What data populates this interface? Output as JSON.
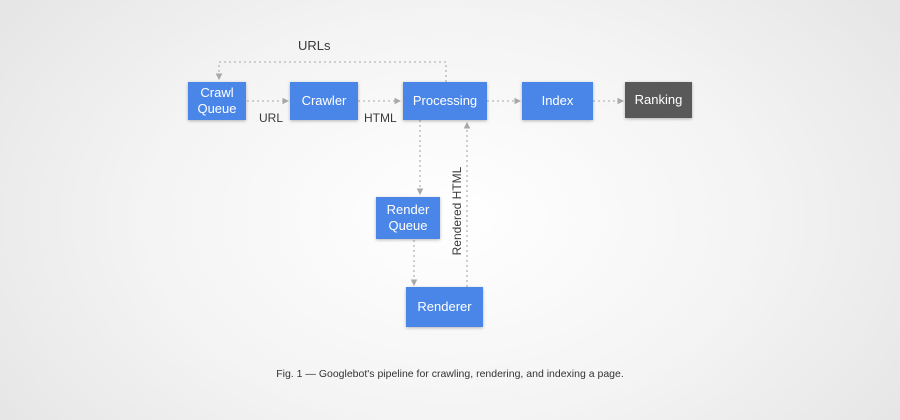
{
  "colors": {
    "node": "#4a86e8",
    "node_dark": "#595959",
    "edge": "#a8a8a8"
  },
  "nodes": {
    "crawl_queue": "Crawl\nQueue",
    "crawler": "Crawler",
    "processing": "Processing",
    "index": "Index",
    "ranking": "Ranking",
    "render_queue": "Render\nQueue",
    "renderer": "Renderer"
  },
  "labels": {
    "urls": "URLs",
    "url": "URL",
    "html": "HTML",
    "rendered_html": "Rendered HTML"
  },
  "caption": "Fig. 1 — Googlebot's pipeline for crawling, rendering, and indexing a page."
}
